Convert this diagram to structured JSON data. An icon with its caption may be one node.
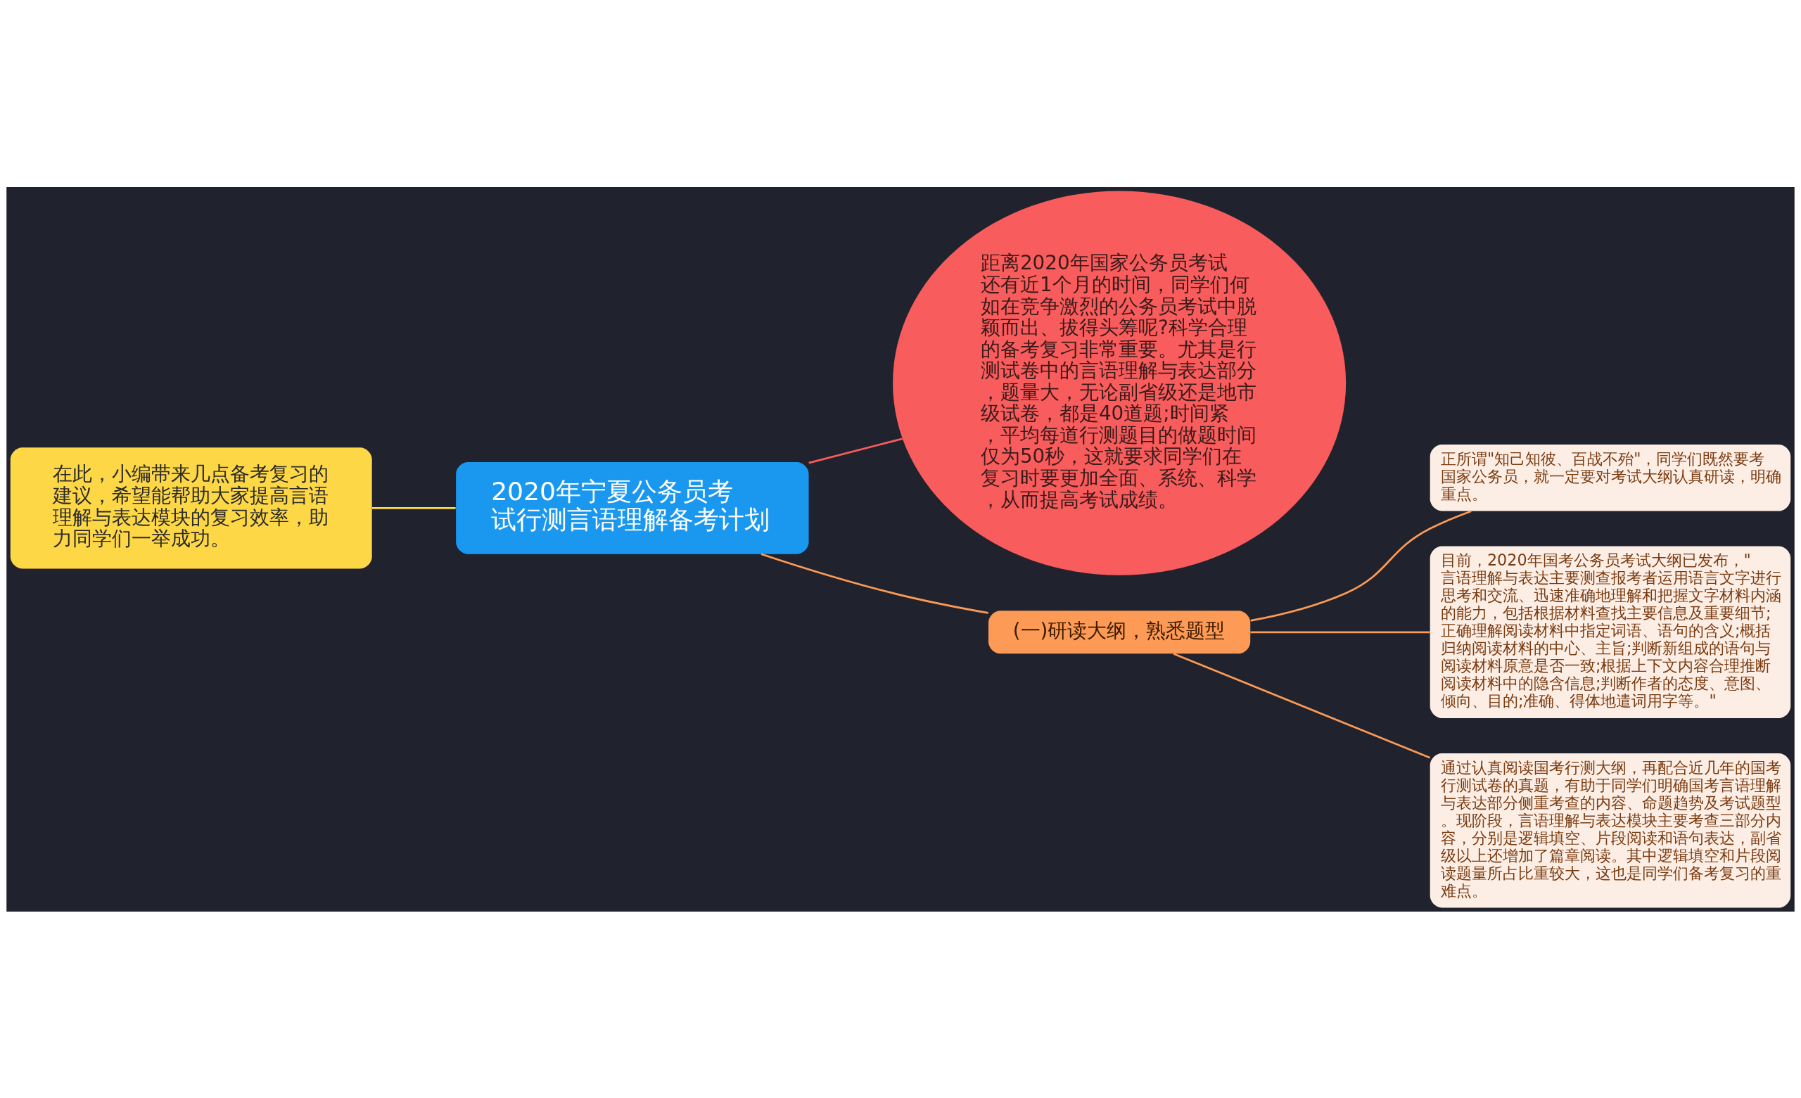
{
  "diagram": {
    "nodes": [
      {
        "text": [
          "2020年宁夏公务员考试行测言语理解备考计划"
        ]
      },
      {
        "text": [
          "距离2020年国家公务员考试还有近1个月的时间，同学们何如在竞争激烈的公务员考试中脱颖而出、拔得头筹呢?科学合理的备考复习非常重要。尤其是行测试卷中的言语理解与表达部分，题量大，无论副省级还是地市级试卷，都是40道题;时间紧，平均每道行测题目的做题时间仅为50秒，这就要求同学们在复习时要更加全面、系统、科学，从而提高考试成绩。"
        ]
      },
      {
        "text": [
          "在此，小编带来几点备考复习的建议，希望能帮助大家提高言语理解与表达模块的复习效率，助力同学们一举成功。"
        ]
      },
      {
        "text": [
          "(一)研读大纲，熟悉题型"
        ]
      },
      {
        "text": [
          "正所谓\"知己知彼、百战不殆\"，同学们既然要考国家公务员，就一定要对考试大纲认真研读，明确重点。"
        ]
      },
      {
        "text": [
          "目前，2020年国考公务员考试大纲已发布，\"言语理解与表达主要测查报考者运用语言文字进行思考和交流、迅速准确地理解和把握文字材料内涵的能力，包括根据材料查找主要信息及重要细节;正确理解阅读材料中指定词语、语句的含义;概括归纳阅读材料的中心、主旨;判断新组成的语句与阅读材料原意是否一致;根据上下文内容合理推断阅读材料中的隐含信息;判断作者的态度、意图、倾向、目的;准确、得体地遣词用字等。\""
        ]
      },
      {
        "text": [
          "通过认真阅读国考行测大纲，再配合近几年的国考行测试卷的真题，有助于同学们明确国考言语理解与表达部分侧重考查的内容、命题趋势及考试题型。现阶段，言语理解与表达模块主要考查三部分内容，分别是逻辑填空、片段阅读和语句表达，副省级以上还增加了篇章阅读。其中逻辑填空和片段阅读题量所占比重较大，这也是同学们备考复习的重难点。"
        ]
      }
    ],
    "edges": [
      {
        "from": 0,
        "to": 1,
        "arrow": "none",
        "color": "#f85c5c"
      },
      {
        "from": 0,
        "to": 2,
        "arrow": "none",
        "color": "#fdd745"
      },
      {
        "from": 0,
        "to": 3,
        "arrow": "none"
      },
      {
        "from": 3,
        "to": 4,
        "arrow": "none"
      },
      {
        "from": 3,
        "to": 5,
        "arrow": "none"
      },
      {
        "from": 3,
        "to": 6,
        "arrow": "none"
      }
    ]
  }
}
